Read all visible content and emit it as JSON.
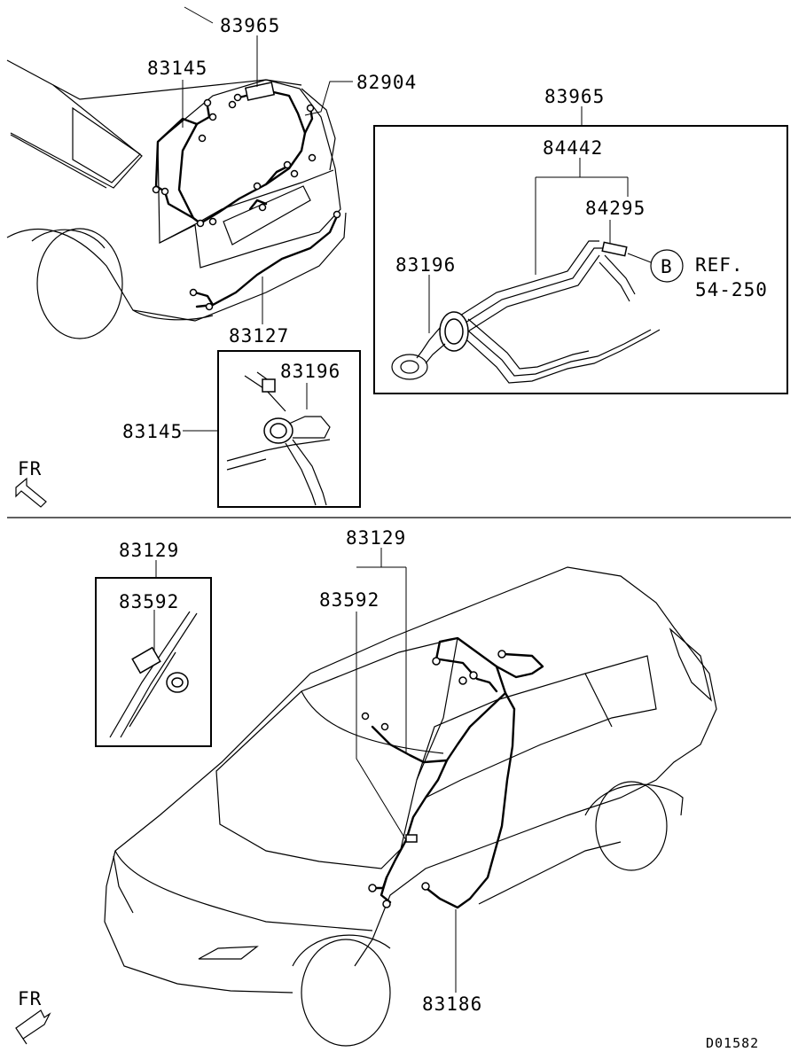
{
  "labels": {
    "top_83965": "83965",
    "top_83145": "83145",
    "top_82904": "82904",
    "top_83127": "83127",
    "inset_83965": "83965",
    "inset_84442": "84442",
    "inset_84295": "84295",
    "inset_83196": "83196",
    "circle_b": "B",
    "ref_line1": "REF.",
    "ref_line2": "54-250",
    "detail_83196": "83196",
    "detail_83145": "83145",
    "fr_top": "FR",
    "bottom_83129_left": "83129",
    "bottom_83592_left": "83592",
    "bottom_83129_right": "83129",
    "bottom_83592_right": "83592",
    "bottom_83186": "83186",
    "fr_bottom": "FR",
    "drawing_id": "D01582"
  }
}
